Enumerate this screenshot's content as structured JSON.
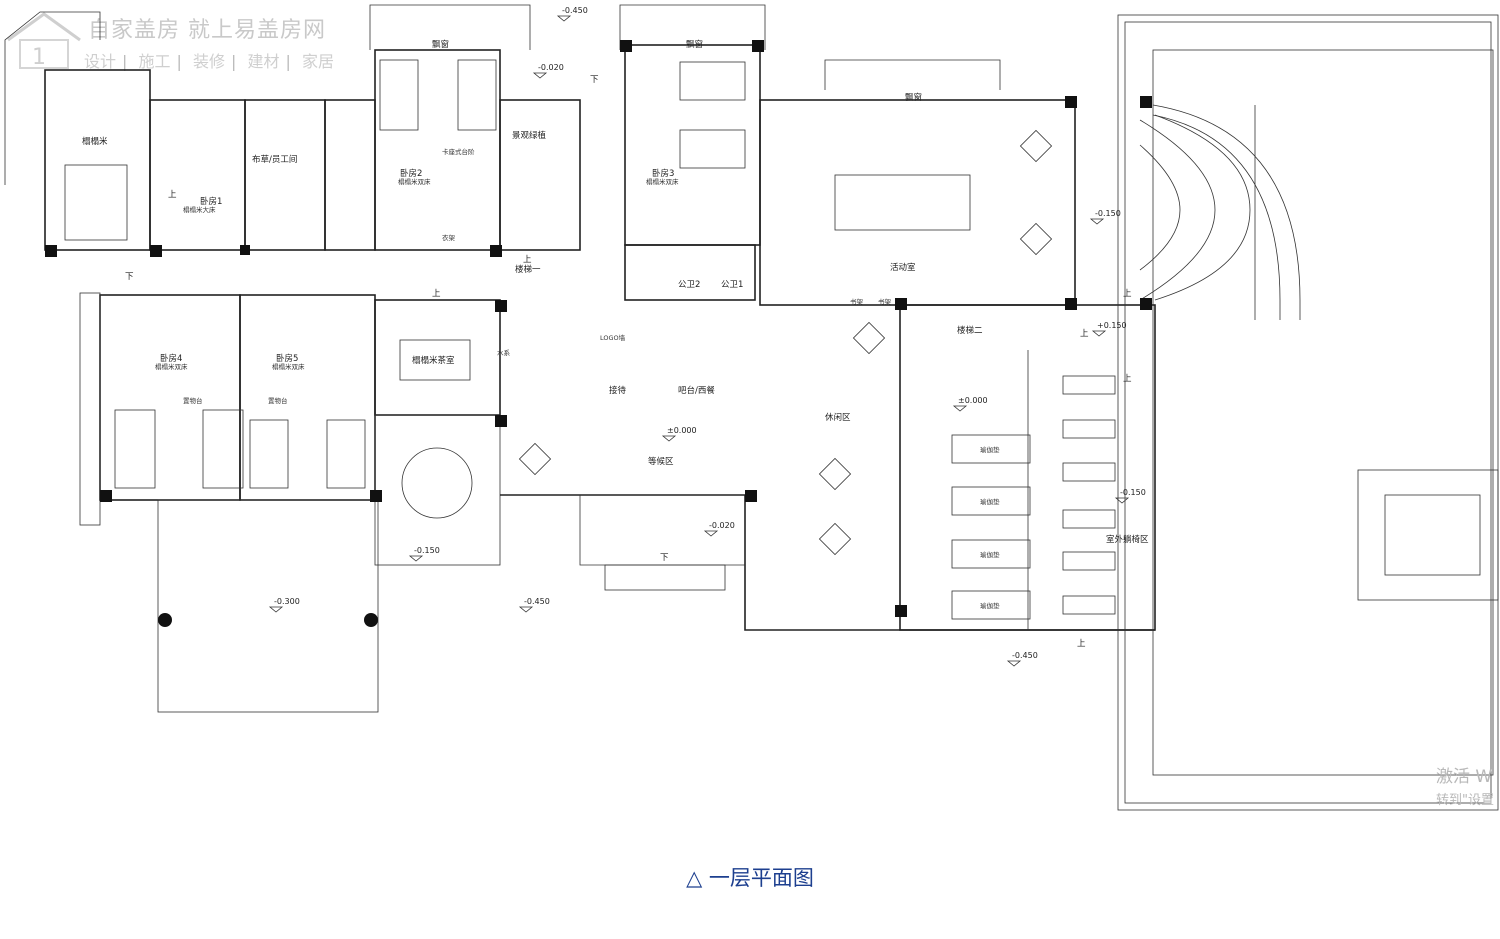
{
  "watermark": {
    "title": "自家盖房 就上易盖房网",
    "services": [
      "设计",
      "施工",
      "装修",
      "建材",
      "家居"
    ],
    "activate": "激活 W",
    "activate_sub": "转到\"设置"
  },
  "caption": {
    "marker": "△",
    "text": "一层平面图"
  },
  "rooms": {
    "tatami_top": "榻榻米",
    "bedroom1": "卧房1",
    "bedroom1_sub": "榻榻米大床",
    "linen": "布草/员工间",
    "bedroom2": "卧房2",
    "bedroom2_sub": "榻榻米双床",
    "card_platform": "卡座式台阶",
    "wardrobe": "衣架",
    "bay_window_1": "飘窗",
    "bay_window_2": "飘窗",
    "bay_window_3": "飘窗",
    "landscape": "景观绿植",
    "stair1": "楼梯一",
    "bedroom3": "卧房3",
    "bedroom3_sub": "榻榻米双床",
    "wc2": "公卫2",
    "wc1": "公卫1",
    "activity": "活动室",
    "stair2": "楼梯二",
    "bedroom4": "卧房4",
    "bedroom4_sub": "榻榻米双床",
    "bedroom5": "卧房5",
    "bedroom5_sub": "榻榻米双床",
    "shelf4": "置物台",
    "shelf5": "置物台",
    "tea_room": "榻榻米茶室",
    "water_bar": "水系",
    "logo_wall": "LOGO墙",
    "reception": "接待",
    "bar": "吧台/西餐",
    "waiting": "等候区",
    "leisure": "休闲区",
    "yoga": [
      "瑜伽垫",
      "瑜伽垫",
      "瑜伽垫",
      "瑜伽垫"
    ],
    "bookshelf": [
      "书架",
      "书架"
    ],
    "outdoor_lounge": "室外躺椅区"
  },
  "levels": {
    "top_a": "-0.450",
    "top_b": "-0.020",
    "east_a": "-0.150",
    "east_b": "+0.150",
    "hall_a": "±0.000",
    "hall_b": "±0.000",
    "east_c": "-0.150",
    "court_a": "-0.150",
    "entry": "-0.020",
    "porch": "-0.300",
    "front": "-0.450",
    "bottom": "-0.450"
  },
  "marks": {
    "up": "上",
    "down": "下"
  }
}
